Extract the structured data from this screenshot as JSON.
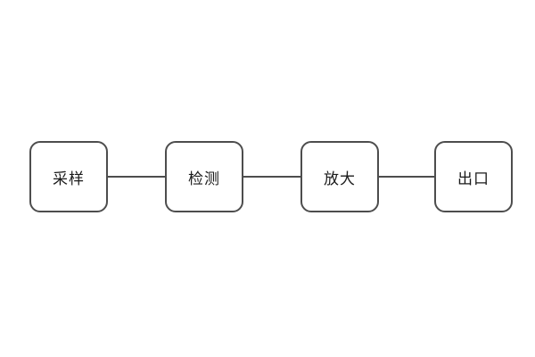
{
  "diagram": {
    "type": "flowchart",
    "direction": "left-to-right",
    "nodes": [
      {
        "id": "sampling",
        "label": "采样",
        "shape": "rounded-rect"
      },
      {
        "id": "detection",
        "label": "检测",
        "shape": "rounded-rect"
      },
      {
        "id": "amplification",
        "label": "放大",
        "shape": "rounded-rect"
      },
      {
        "id": "outlet",
        "label": "出口",
        "shape": "rounded-rect"
      }
    ],
    "connectors": [
      {
        "from": "sampling",
        "to": "detection",
        "style": "plain-line"
      },
      {
        "from": "detection",
        "to": "amplification",
        "style": "plain-line"
      },
      {
        "from": "amplification",
        "to": "outlet",
        "style": "plain-line"
      }
    ]
  },
  "colors": {
    "canvas_bg": "#ffffff",
    "node_fill": "#ffffff",
    "stroke": "#4d4d4d",
    "text": "#1a1a1a"
  }
}
